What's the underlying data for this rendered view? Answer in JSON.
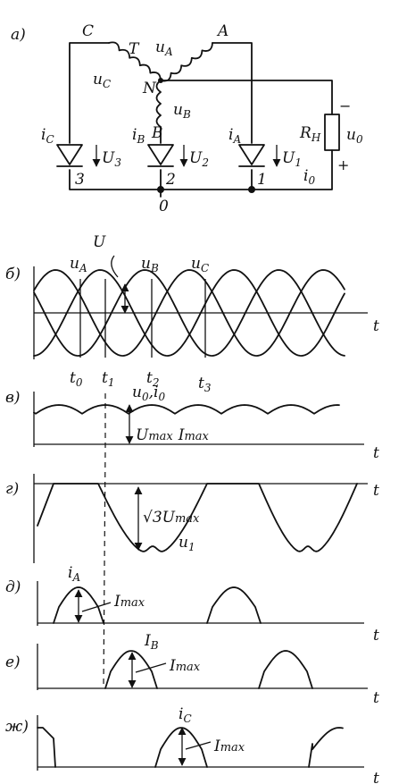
{
  "circuit": {
    "panel_label": "а)",
    "nodes": {
      "c": "C",
      "a": "A",
      "n": "N",
      "b": "B",
      "zero": "0"
    },
    "transformer": "T",
    "phase_voltages": {
      "ua": "u",
      "ua_sub": "A",
      "ub": "u",
      "ub_sub": "B",
      "uc": "u",
      "uc_sub": "C"
    },
    "currents": {
      "ic": "i",
      "ic_sub": "C",
      "ib": "i",
      "ib_sub": "B",
      "ia": "i",
      "ia_sub": "A",
      "i0": "i",
      "i0_sub": "0"
    },
    "diode_voltages": {
      "u3": "U",
      "u3_sub": "3",
      "u2": "U",
      "u2_sub": "2",
      "u1": "U",
      "u1_sub": "1"
    },
    "diode_numbers": [
      "3",
      "2",
      "1"
    ],
    "load": {
      "name": "R",
      "name_sub": "H",
      "voltage": "u",
      "voltage_sub": "0",
      "minus": "−",
      "plus": "+"
    }
  },
  "panels": [
    {
      "id": "b",
      "label": "б)",
      "time_label": "t",
      "amplitude_label": "U",
      "curve_labels": [
        {
          "main": "u",
          "sub": "A"
        },
        {
          "main": "u",
          "sub": "B"
        },
        {
          "main": "u",
          "sub": "C"
        }
      ],
      "time_marks": [
        {
          "main": "t",
          "sub": "0"
        },
        {
          "main": "t",
          "sub": "1"
        },
        {
          "main": "t",
          "sub": "2"
        },
        {
          "main": "t",
          "sub": "3"
        }
      ]
    },
    {
      "id": "v",
      "label": "в)",
      "time_label": "t",
      "curve_label": {
        "a": "u",
        "a_sub": "0",
        "sep": ",",
        "b": "i",
        "b_sub": "0"
      },
      "amplitude_label": {
        "u": "U",
        "u_sub": "max",
        "i": "I",
        "i_sub": "max"
      }
    },
    {
      "id": "g",
      "label": "г)",
      "time_label": "t",
      "amplitude_label": {
        "prefix": "√3",
        "main": "U",
        "sub": "max"
      },
      "curve_label": {
        "main": "u",
        "sub": "1"
      }
    },
    {
      "id": "d",
      "label": "д)",
      "time_label": "t",
      "curve_label": {
        "main": "i",
        "sub": "A"
      },
      "amplitude_label": {
        "main": "I",
        "sub": "max"
      }
    },
    {
      "id": "e",
      "label": "е)",
      "time_label": "t",
      "curve_label": {
        "main": "I",
        "sub": "B"
      },
      "amplitude_label": {
        "main": "I",
        "sub": "max"
      }
    },
    {
      "id": "zh",
      "label": "ж)",
      "time_label": "t",
      "curve_label": {
        "main": "i",
        "sub": "C"
      },
      "amplitude_label": {
        "main": "I",
        "sub": "max"
      }
    }
  ]
}
